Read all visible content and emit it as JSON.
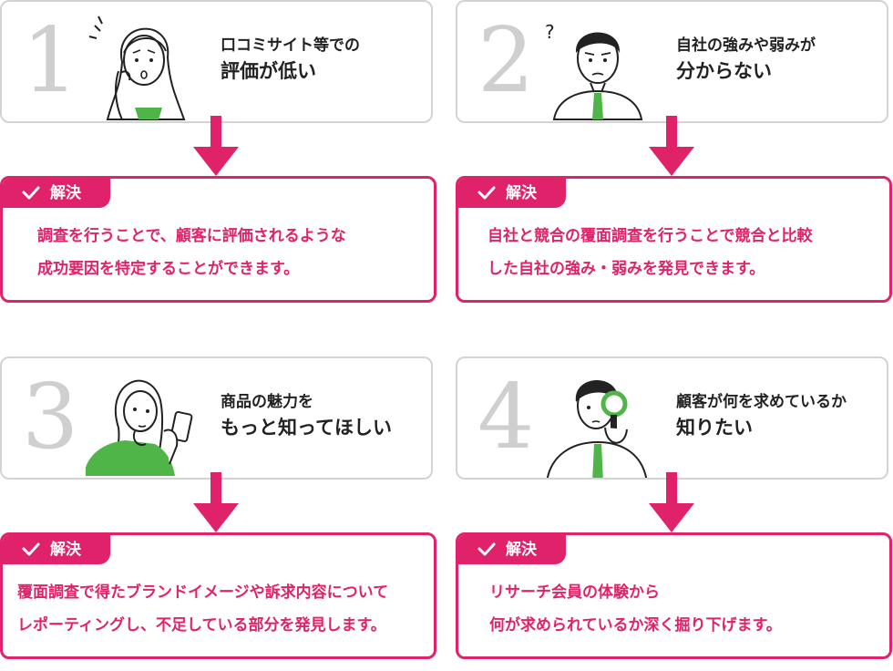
{
  "colors": {
    "accent": "#e0226a",
    "border": "#d3d3d3",
    "number": "#cfcfcf",
    "green": "#4fb548"
  },
  "solution_label": "解決",
  "cards": [
    {
      "number": "1",
      "problem_line1": "口コミサイト等での",
      "problem_line2": "評価が低い",
      "illustration": "worried-woman-icon",
      "solution_line1": "調査を行うことで、顧客に評価されるような",
      "solution_line2": "成功要因を特定することができます。"
    },
    {
      "number": "2",
      "problem_line1": "自社の強みや弱みが",
      "problem_line2": "分からない",
      "illustration": "confused-man-icon",
      "solution_line1": "自社と競合の覆面調査を行うことで競合と比較",
      "solution_line2": "した自社の強み・弱みを発見できます。"
    },
    {
      "number": "3",
      "problem_line1": "商品の魅力を",
      "problem_line2": "もっと知ってほしい",
      "illustration": "woman-with-phone-icon",
      "solution_line1": "覆面調査で得たブランドイメージや訴求内容について",
      "solution_line2": "レポーティングし、不足している部分を発見します。"
    },
    {
      "number": "4",
      "problem_line1": "顧客が何を求めているか",
      "problem_line2": "知りたい",
      "illustration": "man-with-magnifier-icon",
      "solution_line1": "リサーチ会員の体験から",
      "solution_line2": "何が求められているか深く掘り下げます。"
    }
  ]
}
